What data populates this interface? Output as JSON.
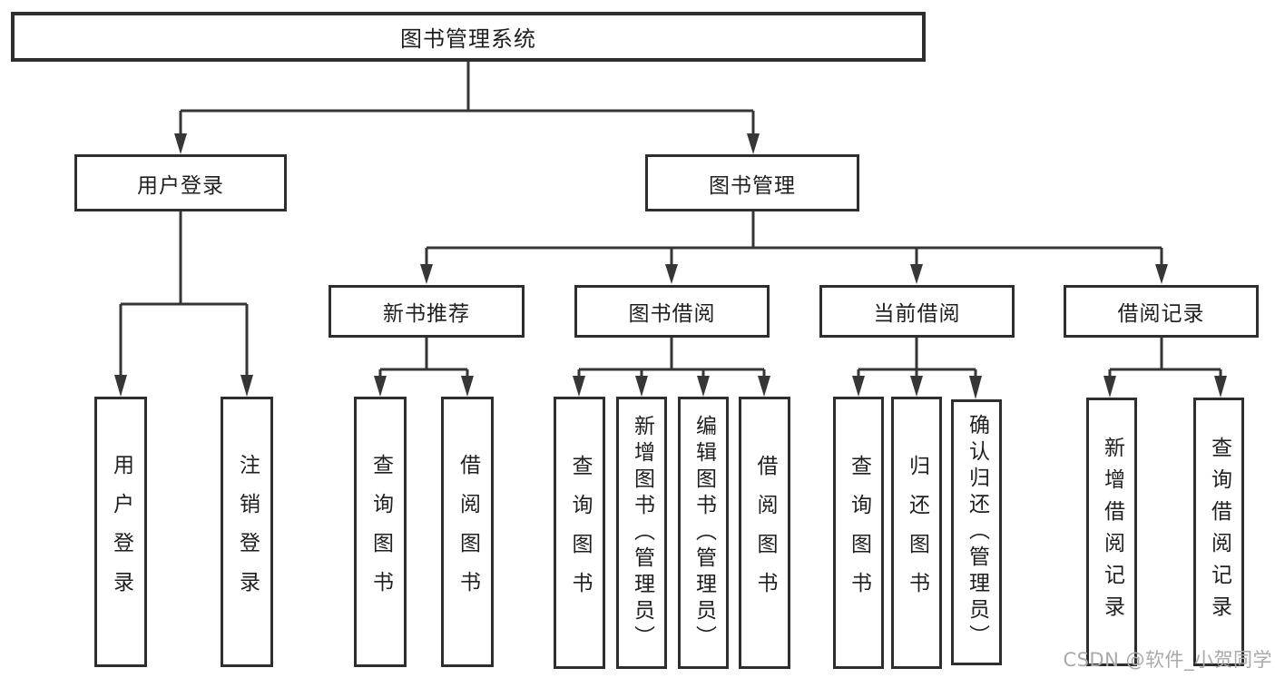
{
  "diagram": {
    "root": {
      "label": "图书管理系统"
    },
    "level2": [
      {
        "label": "用户登录"
      },
      {
        "label": "图书管理"
      }
    ],
    "level3": [
      {
        "label": "新书推荐",
        "parent": "图书管理"
      },
      {
        "label": "图书借阅",
        "parent": "图书管理"
      },
      {
        "label": "当前借阅",
        "parent": "图书管理"
      },
      {
        "label": "借阅记录",
        "parent": "图书管理"
      }
    ],
    "leaves": [
      {
        "label": "用户登录",
        "parent": "用户登录"
      },
      {
        "label": "注销登录",
        "parent": "用户登录"
      },
      {
        "label": "查询图书",
        "parent": "新书推荐"
      },
      {
        "label": "借阅图书",
        "parent": "新书推荐"
      },
      {
        "label": "查询图书",
        "parent": "图书借阅"
      },
      {
        "label": "新增图书（管理员）",
        "parent": "图书借阅"
      },
      {
        "label": "编辑图书（管理员）",
        "parent": "图书借阅"
      },
      {
        "label": "借阅图书",
        "parent": "图书借阅"
      },
      {
        "label": "查询图书",
        "parent": "当前借阅"
      },
      {
        "label": "归还图书",
        "parent": "当前借阅"
      },
      {
        "label": "确认归还（管理员）",
        "parent": "当前借阅"
      },
      {
        "label": "新增借阅记录",
        "parent": "借阅记录"
      },
      {
        "label": "查询借阅记录",
        "parent": "借阅记录"
      }
    ]
  },
  "watermark": "CSDN @软件_小贺同学",
  "colors": {
    "line": "#363636",
    "box_border": "#2e2e2e",
    "text": "#1f1f1f",
    "watermark": "#aaa9a9",
    "background": "#ffffff"
  }
}
